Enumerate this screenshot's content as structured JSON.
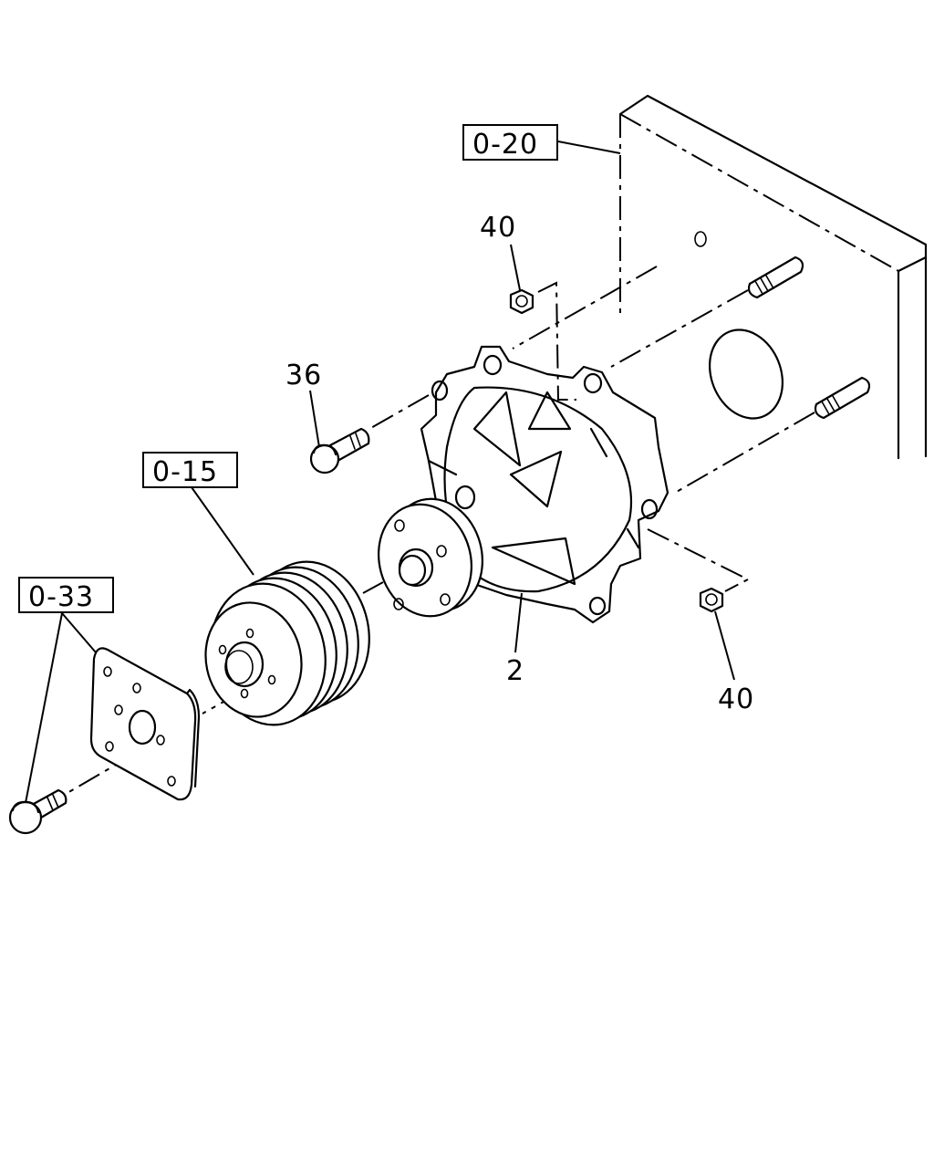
{
  "labels": {
    "ref_0_20": "0-20",
    "ref_0_15": "0-15",
    "ref_0_33": "0-33",
    "part_40_top": "40",
    "part_36": "36",
    "part_2": "2",
    "part_40_bottom": "40"
  }
}
